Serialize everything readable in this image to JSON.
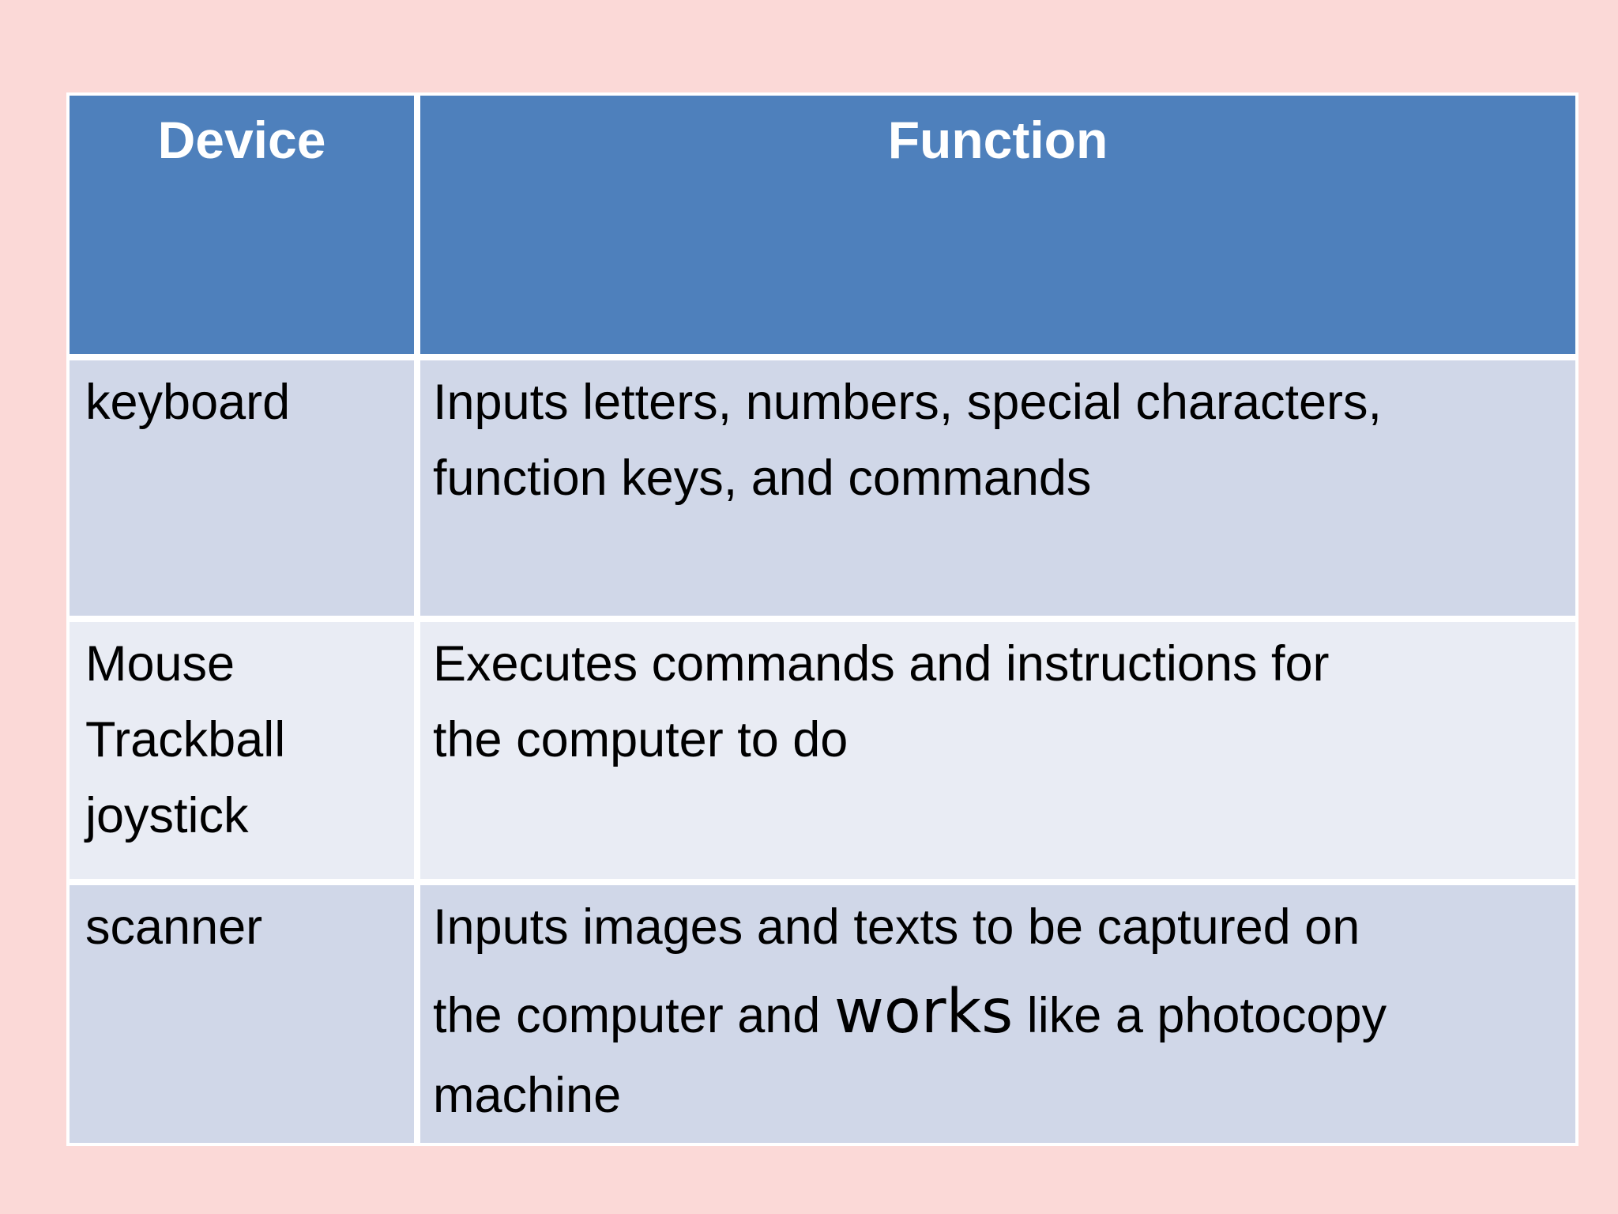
{
  "theme": {
    "page-bg": "#fbd9d7",
    "header-bg": "#4e80bc",
    "header-text": "#ffffff",
    "band-dark": "#d0d7e8",
    "band-light": "#e9ecf4",
    "border": "#ffffff",
    "body-text": "#000000"
  },
  "table": {
    "header": {
      "device_label": "Device",
      "function_label": "Function"
    },
    "rows": [
      {
        "device": "keyboard",
        "function": "Inputs letters, numbers, special characters,\nfunction keys, and commands"
      },
      {
        "device": "Mouse\nTrackball\njoystick",
        "function": "Executes commands and instructions for\nthe computer to do"
      },
      {
        "device": "scanner",
        "function_before": "Inputs images and texts to be captured on\nthe computer and ",
        "function_emphasis": "works",
        "function_after": " like a photocopy\nmachine"
      }
    ]
  }
}
